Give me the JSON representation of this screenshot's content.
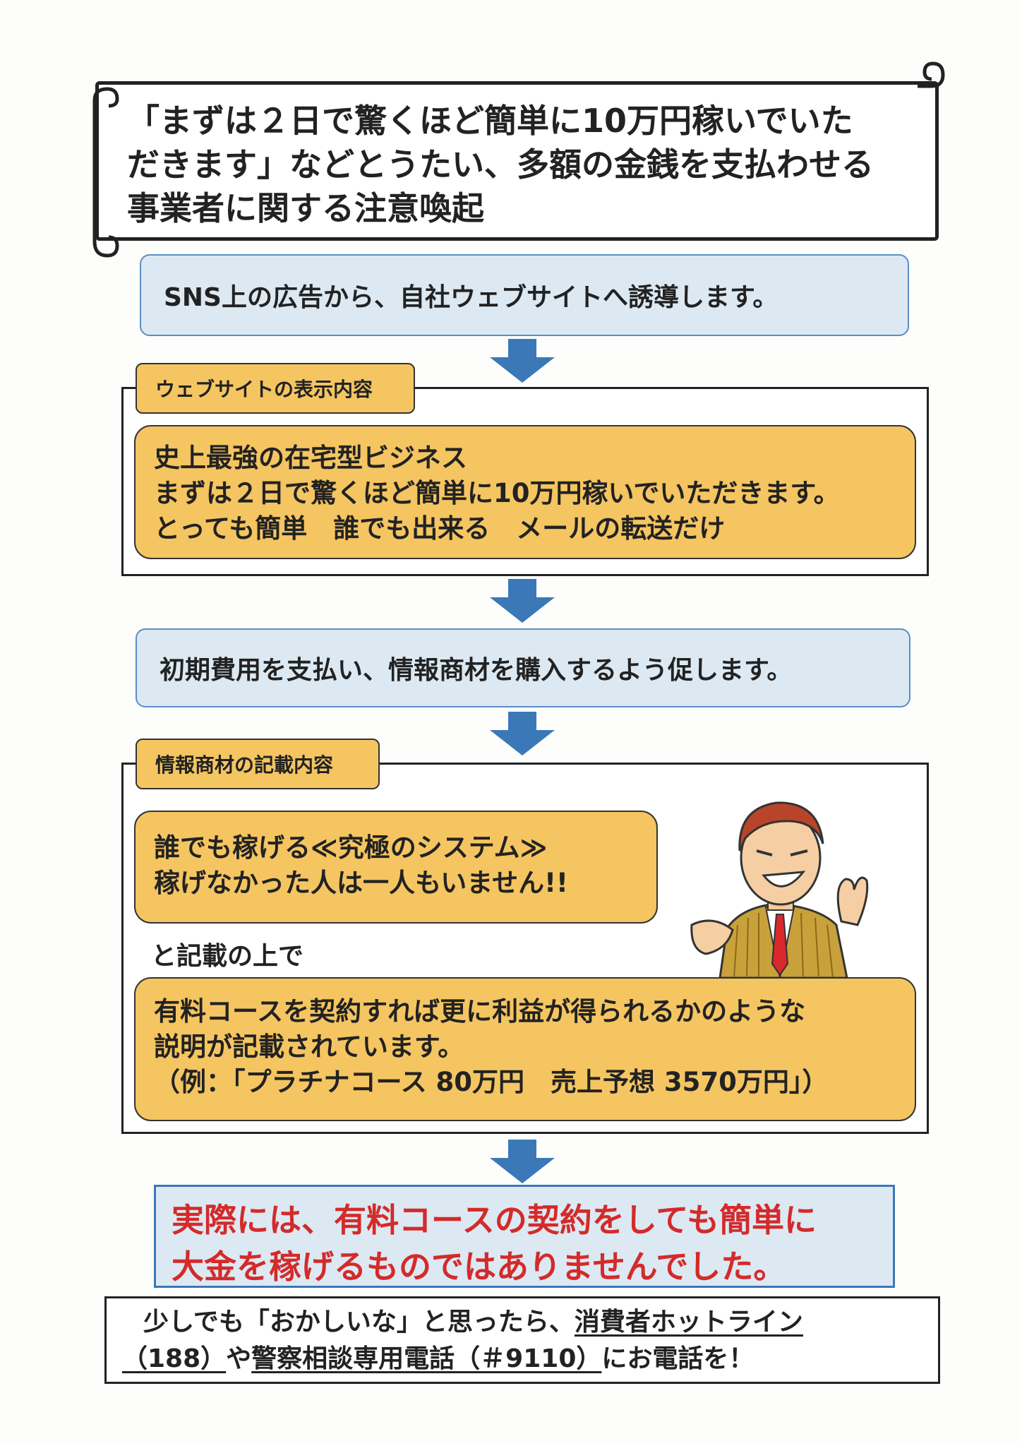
{
  "title": {
    "lines": [
      "「まずは２日で驚くほど簡単に10万円稼いでいた",
      "だきます」などとうたい、多額の金銭を支払わせる",
      "事業者に関する注意喚起"
    ]
  },
  "step1": {
    "text": "SNS上の広告から、自社ウェブサイトへ誘導します。"
  },
  "website": {
    "tag": "ウェブサイトの表示内容",
    "lines": [
      "史上最強の在宅型ビジネス",
      "まずは２日で驚くほど簡単に10万円稼いでいただきます。",
      "とっても簡単　誰でも出来る　メールの転送だけ"
    ]
  },
  "step2": {
    "text": "初期費用を支払い、情報商材を購入するよう促します。"
  },
  "material": {
    "tag": "情報商材の記載内容",
    "claim_lines": [
      "誰でも稼げる≪究極のシステム≫",
      "稼げなかった人は一人もいません!!"
    ],
    "connector": "と記載の上で",
    "course_lines": [
      "有料コースを契約すれば更に利益が得られるかのような",
      "説明が記載されています。",
      "（例：「プラチナコース 80万円　売上予想 3570万円」）"
    ]
  },
  "warning": {
    "lines": [
      "実際には、有料コースの契約をしても簡単に",
      "大金を稼げるものではありませんでした。"
    ]
  },
  "footer": {
    "prefix": "少しでも「おかしいな」と思ったら、",
    "hotline_name": "消費者ホットライン",
    "hotline_number": "（188）",
    "connector": "や",
    "police_line": "警察相談専用電話（＃9110）",
    "suffix": "にお電話を！"
  },
  "colors": {
    "info_box": "#dce9f3",
    "highlight_box": "#f4c561",
    "arrow": "#3a78b8",
    "warning_text": "#d42a2a"
  },
  "icons": [
    "down-arrow-icon",
    "businessman-illustration"
  ]
}
